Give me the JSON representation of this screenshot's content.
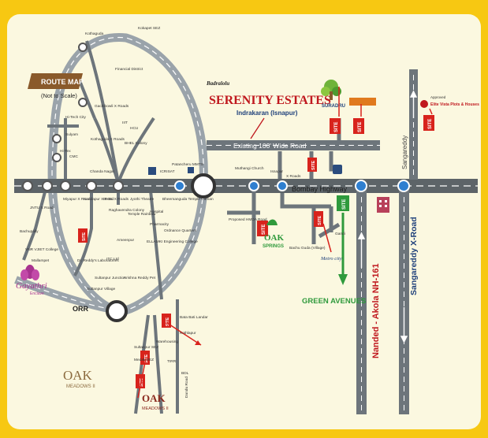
{
  "legend": {
    "title": "ROUTE MAP",
    "subtitle": "(Not to Scale)"
  },
  "project": {
    "pre": "Badralolu",
    "name": "SERENITY ESTATES",
    "sub": "Indrakaran (Isnapur)"
  },
  "roads": {
    "wide_road": "Existing 100' Wide Road",
    "bombay_highway": "Bombay Highway",
    "nh161": "Nanded - Akola NH-161",
    "sangareddy": "Sangareddy X-Road",
    "sangareddy_small": "Sangareddy",
    "orr": "ORR"
  },
  "sites": [
    "SITE",
    "SITE",
    "SITE",
    "SITE",
    "SITE",
    "SITE",
    "SITE",
    "SITE",
    "SITE",
    "SITE",
    "SITE"
  ],
  "brands": {
    "suradru": "SURADRU",
    "oak_springs": "OAK",
    "oak_springs_sub": "SPRINGS",
    "green_avenues": "GREEN AVENUES",
    "gayathri": "Gayathri",
    "gayathri_sub": "Enclave",
    "oak_meadows2": "OAK",
    "oak_meadows2_sub": "MEADOWS II",
    "oak_meadows1": "OAK",
    "oak_meadows1_sub": "MEADOWS II",
    "metro": "Metro city",
    "elite": "Elite Vista Plots & Houses",
    "elite_pre": "Approved"
  },
  "places": {
    "kokapet": "Kokapet SEZ",
    "financial": "Financial District",
    "gachibowli": "Gachibowli X Roads",
    "iiit": "IIIT",
    "hcu": "HCU",
    "bhel_colony": "BHEL Colony",
    "hitech": "Hi-Tech City",
    "salyam": "Sulyam",
    "hitex": "Hi-Tex",
    "cmc": "CMC",
    "kothaguda": "Kothaguda X Roads",
    "chanda": "Chanda Nagar",
    "icrisat": "ICRISAT",
    "patancheru": "Patancheru MMTS",
    "jntu": "JNTU X Road",
    "miyapur": "Miyapur X Road",
    "kondapur": "Kondapur X Road",
    "bhel_x": "BHEL X Roads",
    "raghavendra": "Raghavendra Colony",
    "jyothi": "Jyothi Theatre",
    "temple": "Temple Rainbow",
    "bheema": "Bheemanguda Temple Caman",
    "hospital": "Hospital",
    "pharmacy": "Pharmacity",
    "ordnance": "Ordnance Quarters",
    "ellamki": "ELLAMKI Engineering College",
    "ameenpur": "Ameenpur",
    "muthangi": "Muthangi Church",
    "isnapur": "Isnapur",
    "xroads": "X Roads",
    "bachupally": "Bachupally",
    "vnr": "VNR VJIET College",
    "mallampet": "Mallampet",
    "dr_reddy": "Dr. Reddy's Laboratories",
    "itc": "ITC Ltd",
    "sultanpur_j": "Sultanpur Junction",
    "sultanpur_v": "Sultanpur Village",
    "krishna": "Krishna Reddy Pet",
    "gandi": "Gandi",
    "bachu": "Bachu Guda (Village)",
    "proposed": "Proposed HMDA Road",
    "sultanpur_sez": "Sultanpur SEZ",
    "medak": "Medak SEZ",
    "bata": "Bata Bati Landar",
    "kothlapur": "Kothlapur",
    "dandu": "Dandu Road",
    "bdl": "BDL",
    "tirr": "TIRR",
    "warehousing": "Warehousing",
    "kokapet_near": "Kothaguda"
  }
}
